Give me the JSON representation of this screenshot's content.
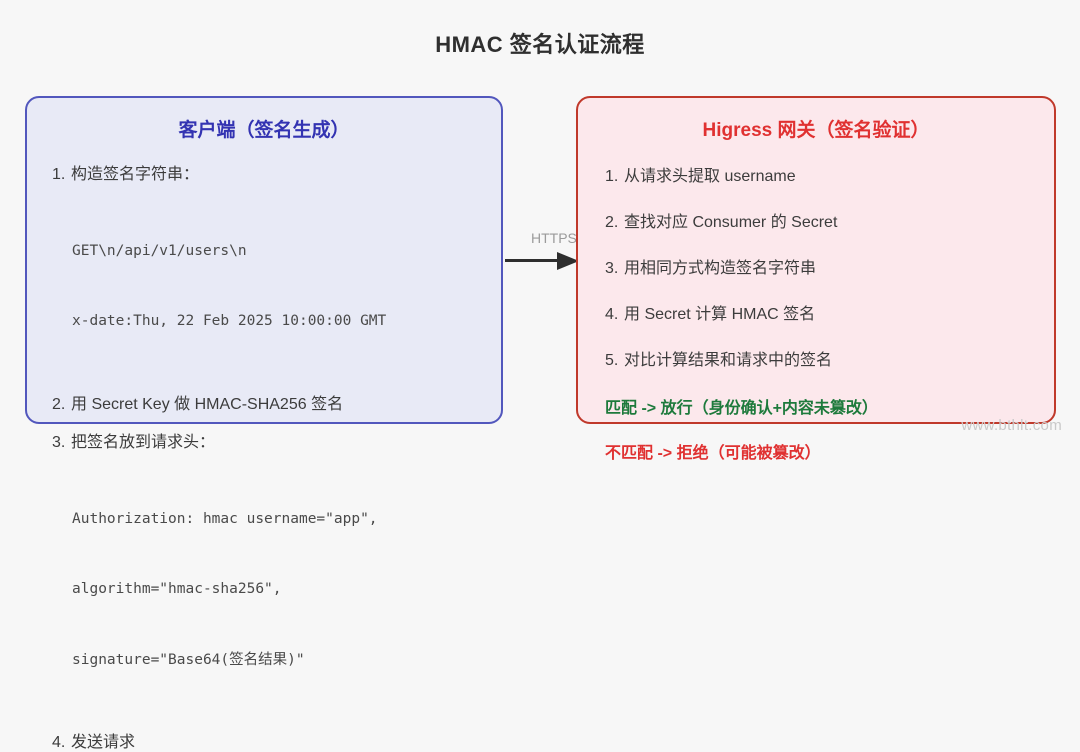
{
  "title": "HMAC 签名认证流程",
  "colors": {
    "background": "#f7f7f7",
    "client_border": "#5257bd",
    "client_fill": "#e8eaf6",
    "client_heading": "#3333b2",
    "gateway_border": "#c0392b",
    "gateway_fill": "#fce8ec",
    "gateway_heading": "#e03131",
    "pass_green": "#1e7a3c",
    "fail_red": "#e03131",
    "arrow": "#2e2e2e",
    "watermark": "#c9c9c9"
  },
  "client_panel": {
    "heading": "客户端（签名生成）",
    "steps": [
      {
        "num": "1.",
        "text": "构造签名字符串："
      },
      {
        "num": "2.",
        "text": "用 Secret Key 做 HMAC-SHA256 签名"
      },
      {
        "num": "3.",
        "text": "把签名放到请求头："
      },
      {
        "num": "4.",
        "text": "发送请求"
      }
    ],
    "code_block_1": [
      "GET\\n/api/v1/users\\n",
      "x-date:Thu, 22 Feb 2025 10:00:00 GMT"
    ],
    "code_block_2": [
      "Authorization: hmac username=\"app\",",
      "algorithm=\"hmac-sha256\",",
      "signature=\"Base64(签名结果)\""
    ]
  },
  "connector": {
    "label": "HTTPS",
    "direction": "client-to-gateway"
  },
  "gateway_panel": {
    "heading": "Higress 网关（签名验证）",
    "steps": [
      {
        "num": "1.",
        "text": "从请求头提取 username"
      },
      {
        "num": "2.",
        "text": "查找对应 Consumer 的 Secret"
      },
      {
        "num": "3.",
        "text": "用相同方式构造签名字符串"
      },
      {
        "num": "4.",
        "text": "用 Secret 计算 HMAC 签名"
      },
      {
        "num": "5.",
        "text": "对比计算结果和请求中的签名"
      }
    ],
    "verdicts": [
      {
        "text": "匹配 -> 放行（身份确认+内容未篡改）",
        "kind": "pass"
      },
      {
        "text": "不匹配 -> 拒绝（可能被篡改）",
        "kind": "fail"
      }
    ]
  },
  "watermark": "www.bthlt.com"
}
